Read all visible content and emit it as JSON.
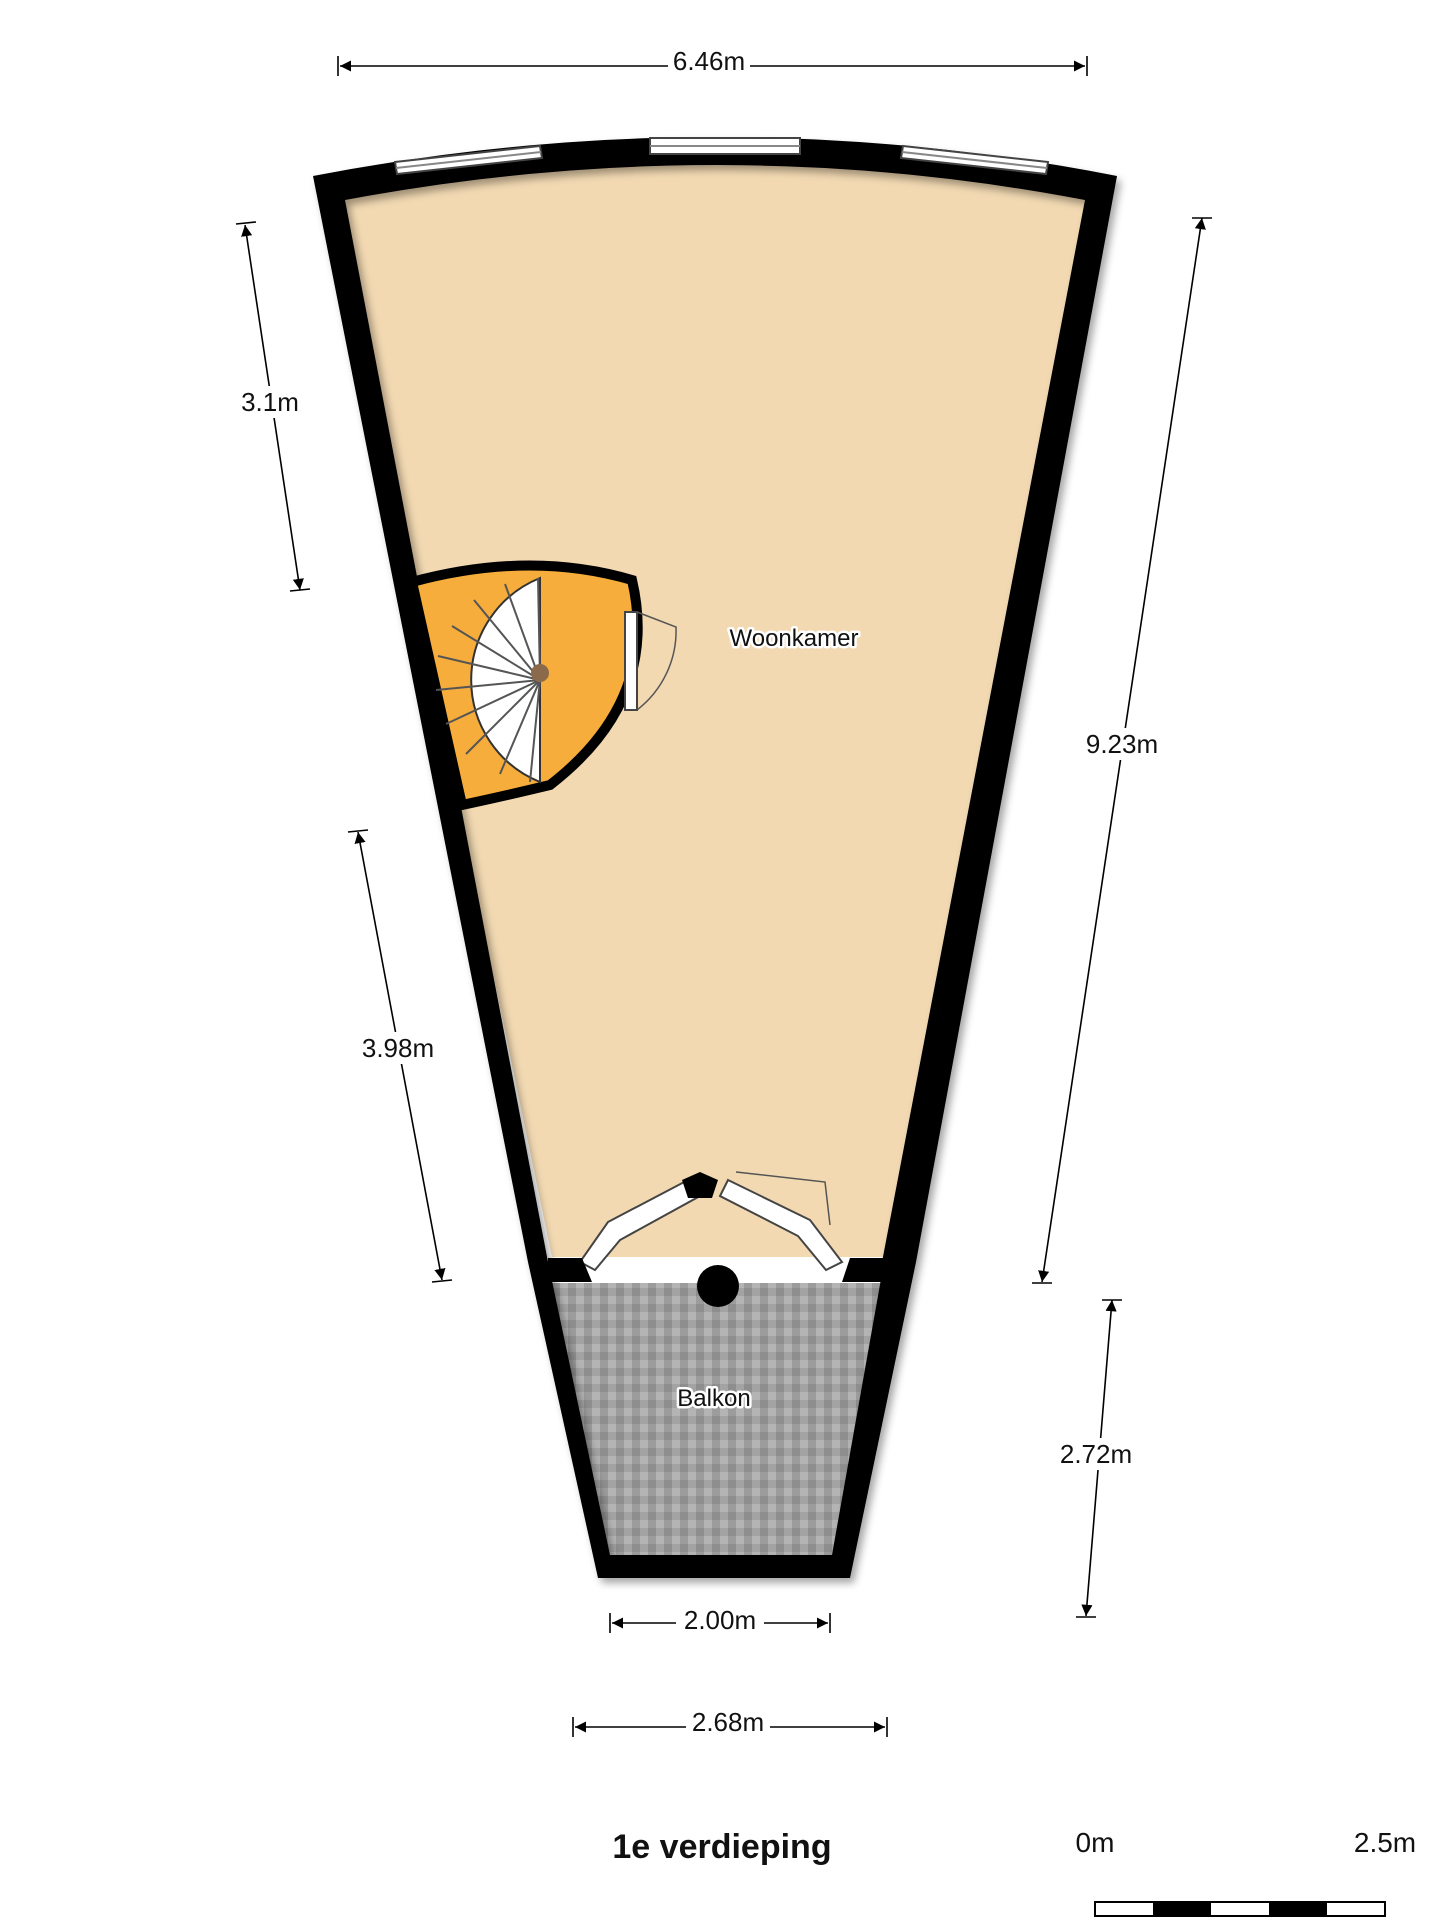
{
  "floor_title": "1e verdieping",
  "rooms": {
    "living_room": "Woonkamer",
    "balcony": "Balkon"
  },
  "dimensions": {
    "top_width": "6.46m",
    "left_upper": "3.1m",
    "left_lower": "3.98m",
    "right_length": "9.23m",
    "balcony_length": "2.72m",
    "balcony_bottom_width": "2.00m",
    "balcony_base_width": "2.68m"
  },
  "scale_bar": {
    "start_label": "0m",
    "end_label": "2.5m"
  },
  "colors": {
    "wall": "#000000",
    "living_room_floor": "#f2d9b2",
    "stair_area": "#f6ad3c",
    "balcony_floor": "#9a9a9a"
  }
}
